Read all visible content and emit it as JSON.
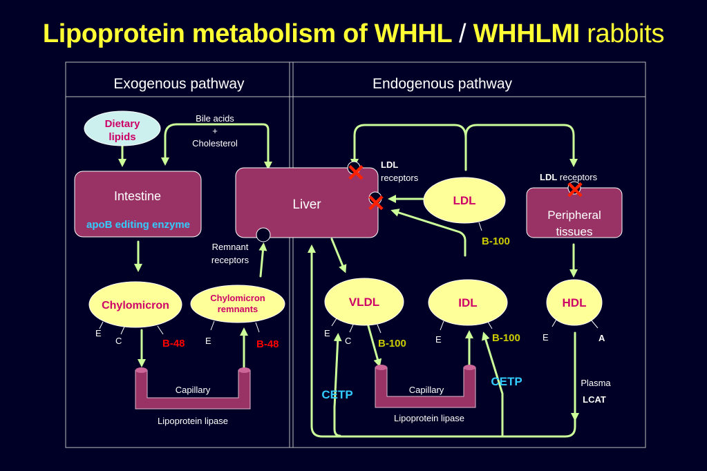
{
  "title": {
    "part1": "Lipoprotein metabolism of WHHL",
    "sep": "/",
    "part2": "WHHLMI",
    "part3": "rabbits"
  },
  "sections": {
    "exogenous": "Exogenous pathway",
    "endogenous": "Endogenous pathway"
  },
  "nodes": {
    "dietary": {
      "line1": "Dietary",
      "line2": "lipids"
    },
    "intestine": {
      "label": "Intestine",
      "enzyme": "apoB editing enzyme"
    },
    "liver": {
      "label": "Liver"
    },
    "peripheral": {
      "line1": "Peripheral",
      "line2": "tissues"
    },
    "chylomicron": {
      "label": "Chylomicron"
    },
    "remnants": {
      "line1": "Chylomicron",
      "line2": "remnants"
    },
    "vldl": {
      "label": "VLDL"
    },
    "idl": {
      "label": "IDL"
    },
    "ldl": {
      "label": "LDL"
    },
    "hdl": {
      "label": "HDL"
    }
  },
  "labels": {
    "bile1": "Bile acids",
    "bile2": "+",
    "bile3": "Cholesterol",
    "remnant_rec1": "Remnant",
    "remnant_rec2": "receptors",
    "ldl_rec_bold": "LDL",
    "ldl_rec_text": "receptors",
    "capillary": "Capillary",
    "lipase": "Lipoprotein lipase",
    "cetp": "CETP",
    "plasma": "Plasma",
    "lcat": "LCAT",
    "apo_e": "E",
    "apo_c": "C",
    "apo_a": "A",
    "b48": "B-48",
    "b100": "B-100",
    "blocked": "✕"
  },
  "colors": {
    "background": "#000026",
    "title": "#ffff33",
    "box_fill": "#993366",
    "ellipse_fill": "#ffff99",
    "node_text": "#cc0066",
    "arrow": "#ccff99",
    "cyan": "#33ccff",
    "b100": "#cccc00",
    "b48": "#ff0000",
    "blocked": "#ff2200"
  }
}
